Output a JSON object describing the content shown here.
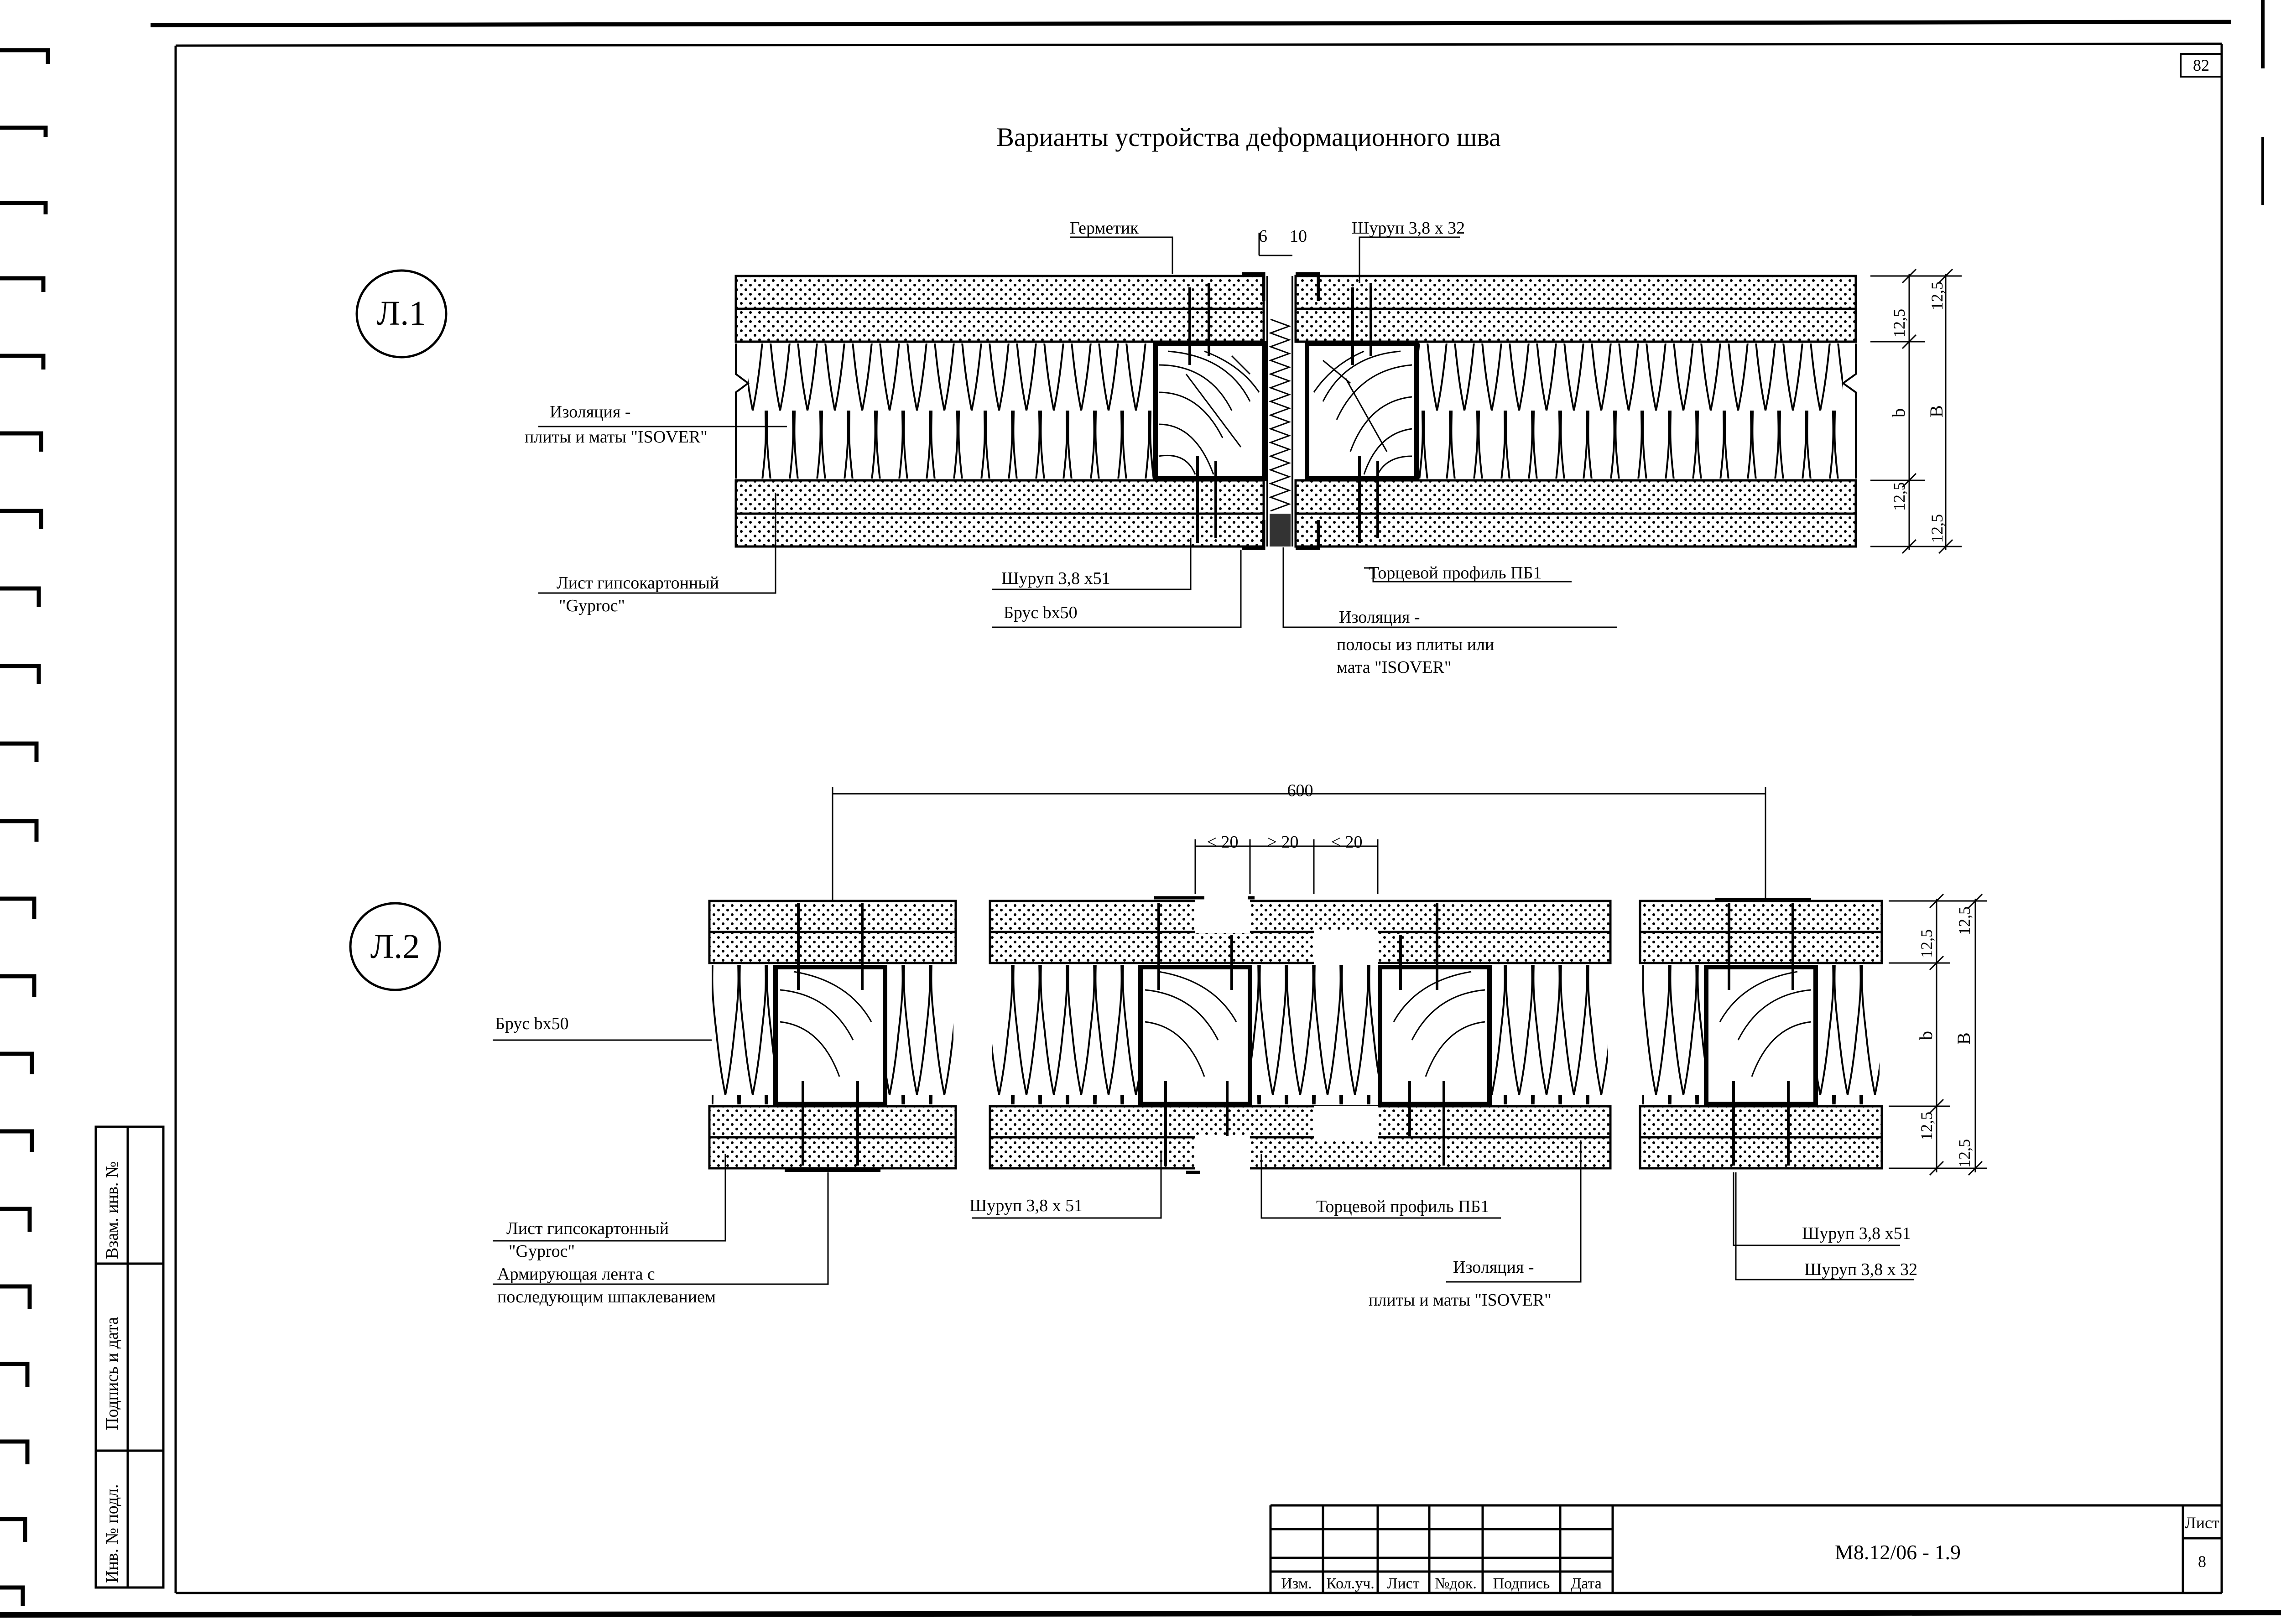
{
  "sheet": {
    "page_number": "82",
    "title": "Варианты устройства деформационного шва"
  },
  "detail1": {
    "marker": "Л.1",
    "labels": {
      "sealant": "Герметик",
      "gap_6": "6",
      "gap_10": "10",
      "screw_top": "Шуруп 3,8 х 32",
      "insulation_1": "Изоляция -",
      "insulation_2": "плиты и маты \"ISOVER\"",
      "gypsum_1": "Лист гипсокартонный",
      "gypsum_2": "\"Gyproc\"",
      "screw_51": "Шуруп 3,8 х51",
      "beam": "Брус bх50",
      "end_profile": "Торцевой профиль ПБ1",
      "strip_1": "Изоляция -",
      "strip_2": "полосы из плиты или",
      "strip_3": "мата \"ISOVER\""
    },
    "dims": {
      "d1": "12,5",
      "d2": "12,5",
      "b": "b",
      "B": "B",
      "d3": "12,5",
      "d4": "12,5"
    }
  },
  "detail2": {
    "marker": "Л.2",
    "labels": {
      "span": "600",
      "lt20a": "< 20",
      "gt20": "> 20",
      "lt20b": "< 20",
      "beam": "Брус bх50",
      "gypsum_1": "Лист гипсокартонный",
      "gypsum_2": "\"Gyproc\"",
      "tape_1": "Армирующая лента с",
      "tape_2": "последующим шпаклеванием",
      "screw_51": "Шуруп 3,8 х 51",
      "end_profile": "Торцевой профиль ПБ1",
      "insulation_1": "Изоляция -",
      "insulation_2": "плиты и маты \"ISOVER\"",
      "screw_51b": "Шуруп 3,8 х51",
      "screw_32": "Шуруп 3,8 х 32"
    },
    "dims": {
      "d1": "12,5",
      "d2": "12,5",
      "b": "b",
      "B": "B",
      "d3": "12,5",
      "d4": "12,5"
    }
  },
  "side_stamp": {
    "zam": "Взам. инв. №",
    "podpis": "Подпись и дата",
    "inv": "Инв. № подл."
  },
  "title_block": {
    "cols": [
      "Изм.",
      "Кол.уч.",
      "Лист",
      "№док.",
      "Подпись",
      "Дата"
    ],
    "code": "М8.12/06 - 1.9",
    "sheet_label": "Лист",
    "sheet_no": "8"
  }
}
